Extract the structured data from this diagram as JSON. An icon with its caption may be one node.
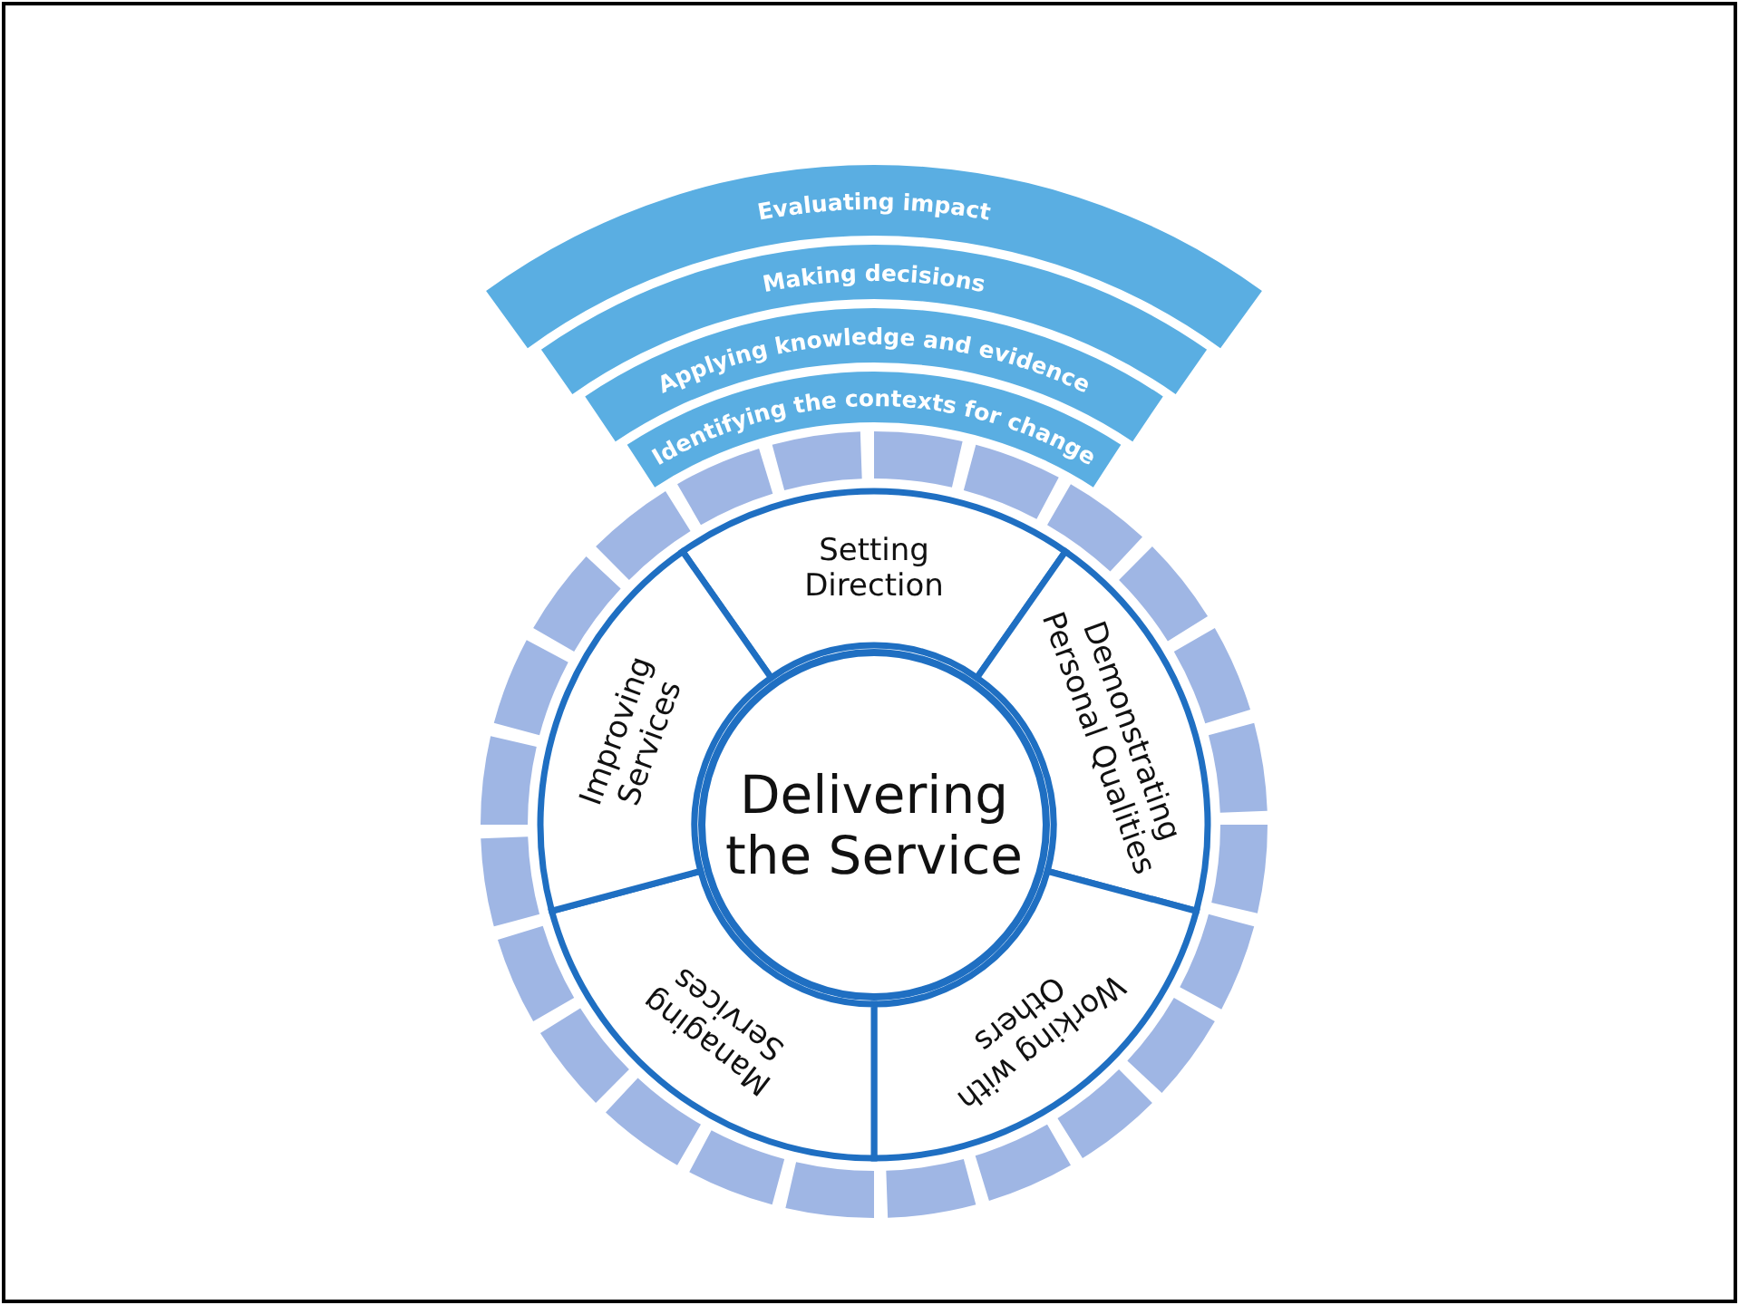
{
  "diagram": {
    "nodes": [
      {
        "text": [
          "Evaluating impact"
        ]
      },
      {
        "text": [
          "Making decisions"
        ]
      },
      {
        "text": [
          "Applying knowledge and evidence"
        ]
      },
      {
        "text": [
          "Identifying the contexts for change"
        ]
      },
      {
        "text": [
          "Setting Direction"
        ]
      },
      {
        "text": [
          "Demonstrating Personal Qualities"
        ]
      },
      {
        "text": [
          "Working with Others"
        ]
      },
      {
        "text": [
          "Managing Services"
        ]
      },
      {
        "text": [
          "Improving Services"
        ]
      },
      {
        "text": [
          "Delivering the Service"
        ]
      }
    ],
    "edges": []
  }
}
